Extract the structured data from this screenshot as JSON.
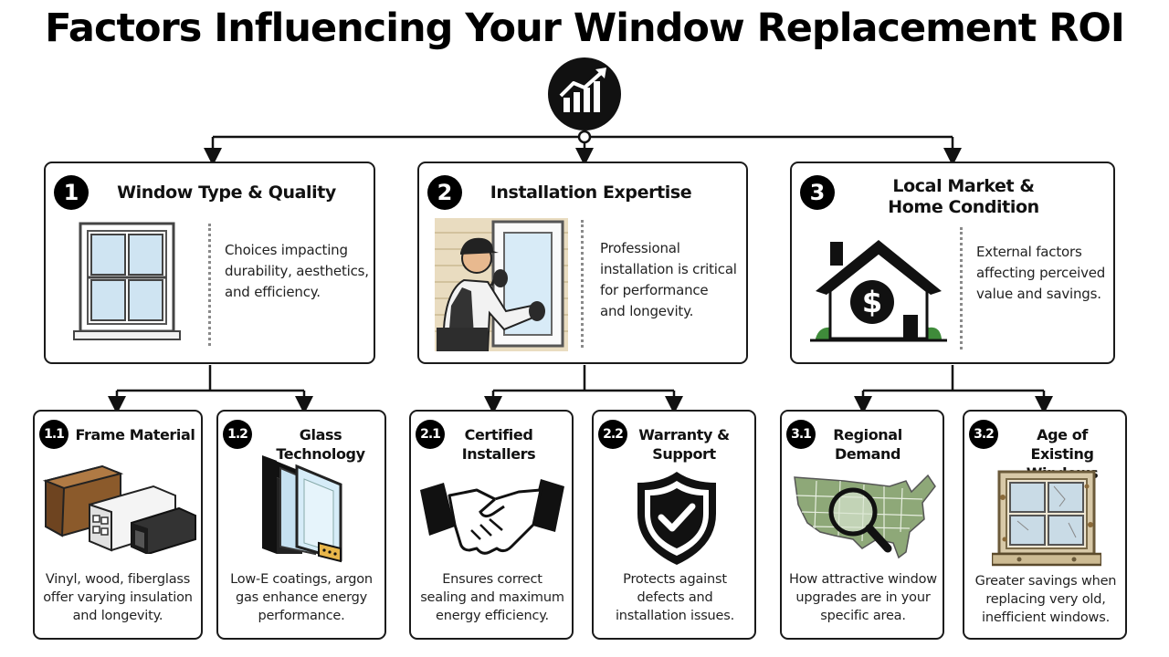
{
  "title": "Factors Influencing Your Window Replacement ROI",
  "hub_icon": "growth-chart-icon",
  "colors": {
    "ink": "#111111",
    "card_border": "#1a1a1a",
    "badge": "#000000",
    "window_glass": "#cfe4f2",
    "house_green": "#3f8b3a",
    "map_green": "#8ea878"
  },
  "factors": [
    {
      "number": "1",
      "title": "Window Type & Quality",
      "description": "Choices impacting durability, aesthetics, and efficiency.",
      "icon": "window-icon",
      "sub": [
        {
          "number": "1.1",
          "title": "Frame Material",
          "description": "Vinyl, wood, fiberglass offer varying insulation and longevity.",
          "icon": "frame-materials-icon"
        },
        {
          "number": "1.2",
          "title": "Glass Technology",
          "description": "Low-E coatings, argon gas enhance energy performance.",
          "icon": "double-glazing-icon"
        }
      ]
    },
    {
      "number": "2",
      "title": "Installation Expertise",
      "description": "Professional installation is critical for performance and longevity.",
      "icon": "installer-icon",
      "sub": [
        {
          "number": "2.1",
          "title": "Certified Installers",
          "description": "Ensures correct sealing and maximum energy efficiency.",
          "icon": "handshake-icon"
        },
        {
          "number": "2.2",
          "title": "Warranty & Support",
          "description": "Protects against defects and installation issues.",
          "icon": "shield-check-icon"
        }
      ]
    },
    {
      "number": "3",
      "title": "Local Market & Home Condition",
      "description": "External factors affecting perceived value and savings.",
      "icon": "house-dollar-icon",
      "sub": [
        {
          "number": "3.1",
          "title": "Regional Demand",
          "description": "How attractive window upgrades are in your specific area.",
          "icon": "map-magnifier-icon"
        },
        {
          "number": "3.2",
          "title": "Age of Existing Windows",
          "description": "Greater savings when replacing very old, inefficient windows.",
          "icon": "old-window-icon"
        }
      ]
    }
  ]
}
